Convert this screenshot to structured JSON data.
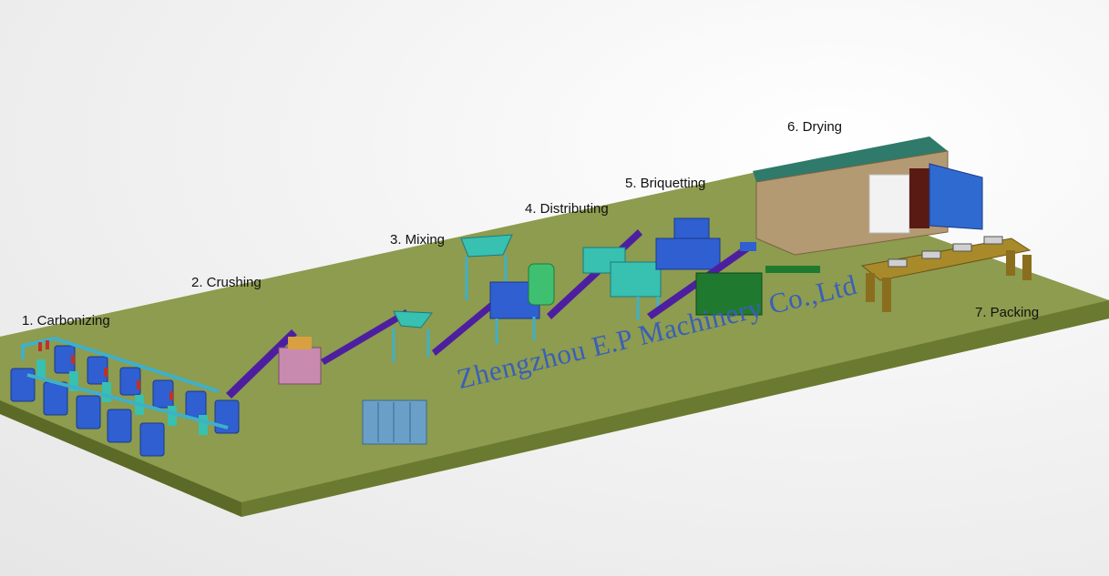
{
  "stages": [
    {
      "label": "1. Carbonizing"
    },
    {
      "label": "2. Crushing"
    },
    {
      "label": "3. Mixing"
    },
    {
      "label": "4. Distributing"
    },
    {
      "label": "5. Briquetting"
    },
    {
      "label": "6. Drying"
    },
    {
      "label": "7. Packing"
    }
  ],
  "watermark": "Zhengzhou E.P Machinery Co.,Ltd",
  "colors": {
    "floor": "#8a9a4a",
    "floor_edge": "#5f6e2a",
    "conveyor": "#4d1fa0",
    "equipment_blue": "#2f5fd0",
    "equipment_cyan": "#38b8c8",
    "dryer_roof": "#2f7a6a",
    "dryer_wall": "#b39a72",
    "packing_table": "#a88a2a",
    "watermark": "#3a5fb8"
  }
}
